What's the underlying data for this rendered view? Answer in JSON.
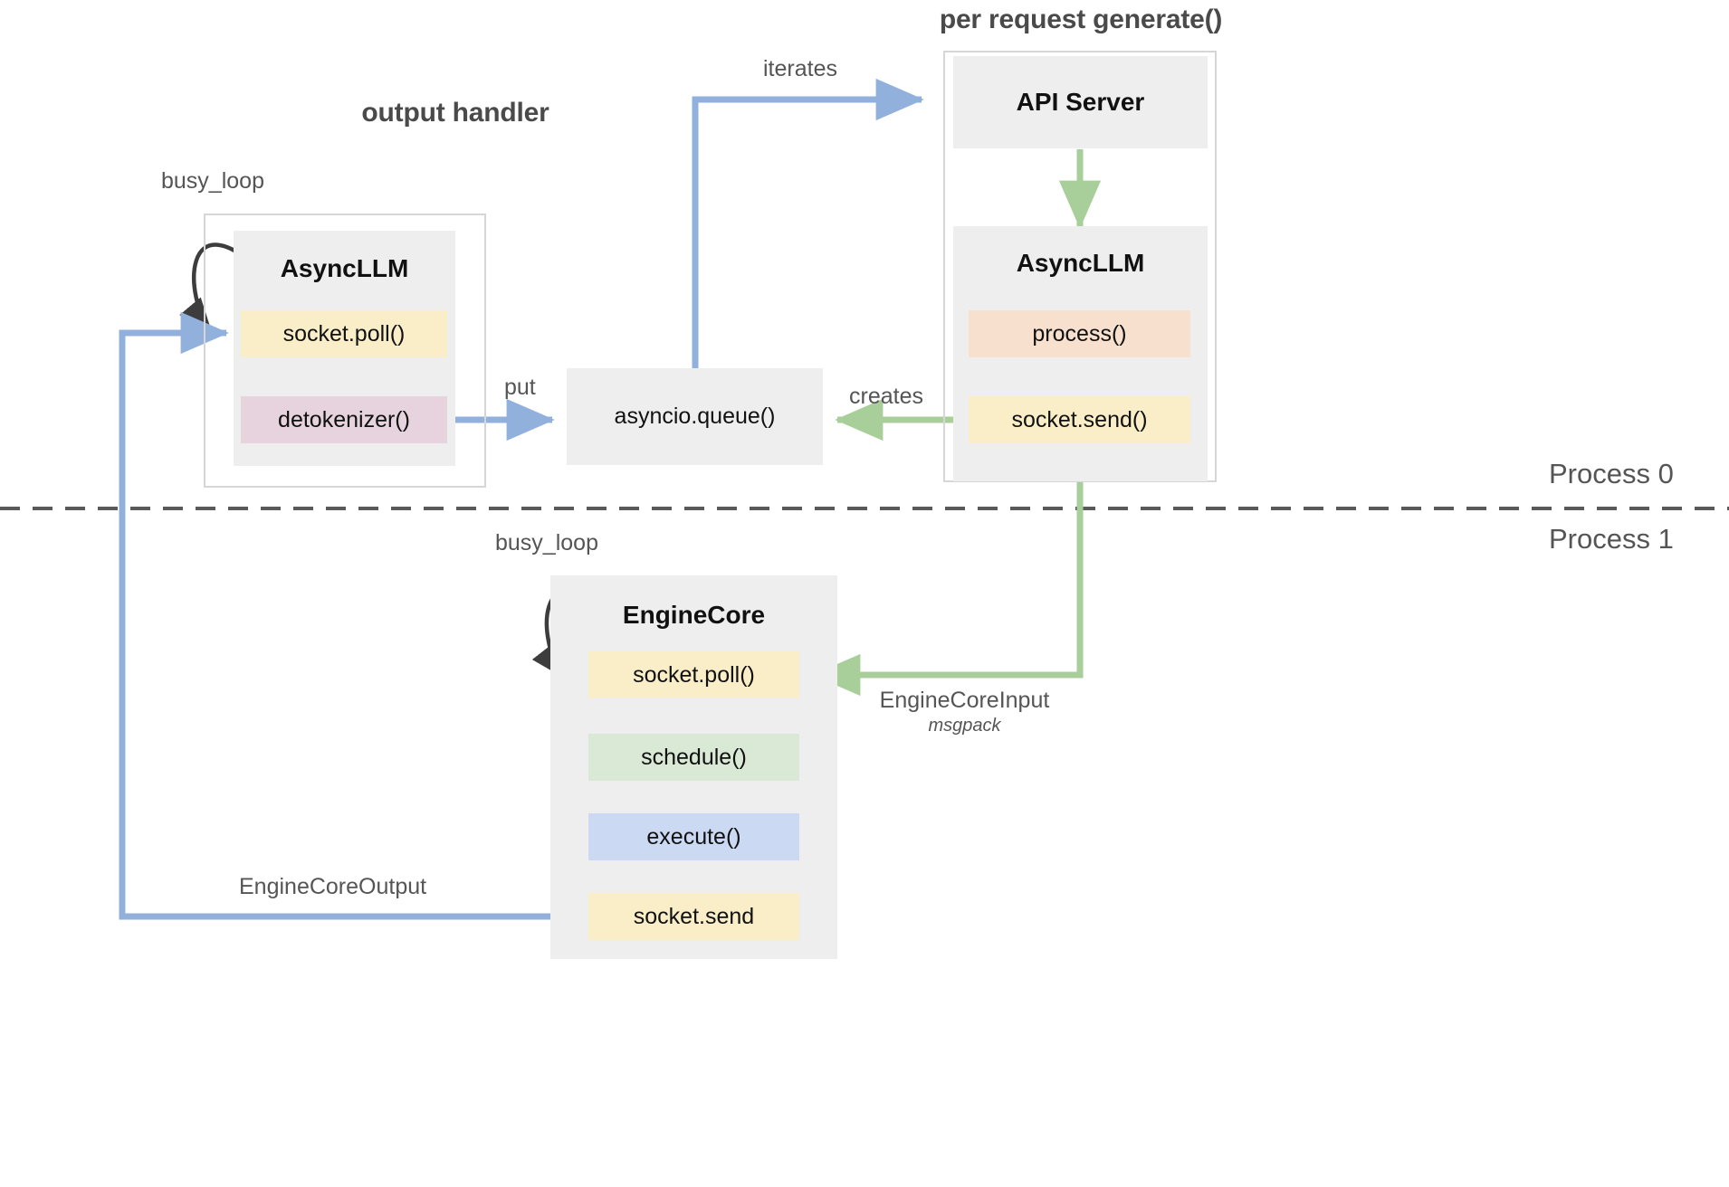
{
  "diagram": {
    "title_output_handler": "output handler",
    "title_per_request": "per request generate()",
    "process_labels": {
      "top": "Process 0",
      "bottom": "Process 1"
    },
    "colors": {
      "arrow_blue": "#92b0dc",
      "arrow_green": "#a8cf9a",
      "arrow_black": "#3d3d3d",
      "box_grey": "#eeeeee",
      "border_grey": "#d6d6d6",
      "yellow": "#faeec8",
      "pink": "#e6d3dd",
      "peach": "#f7e0cd",
      "green": "#dae9d5",
      "blue": "#ccd9f3",
      "text_dark": "#111111",
      "text_muted": "#555555"
    }
  },
  "output_handler": {
    "group_label": "output handler",
    "busy_loop_label": "busy_loop",
    "component": {
      "title": "AsyncLLM",
      "methods": [
        {
          "label": "socket.poll()",
          "color": "yellow"
        },
        {
          "label": "detokenizer()",
          "color": "pink"
        }
      ]
    }
  },
  "queue": {
    "label": "asyncio.queue()",
    "incoming_label": "put",
    "creates_label": "creates"
  },
  "per_request": {
    "group_label": "per request generate()",
    "iterates_label": "iterates",
    "api_server": {
      "title": "API Server"
    },
    "async_llm": {
      "title": "AsyncLLM",
      "methods": [
        {
          "label": "process()",
          "color": "peach"
        },
        {
          "label": "socket.send()",
          "color": "yellow"
        }
      ]
    }
  },
  "engine_core": {
    "busy_loop_label": "busy_loop",
    "title": "EngineCore",
    "methods": [
      {
        "label": "socket.poll()",
        "color": "yellow"
      },
      {
        "label": "schedule()",
        "color": "green"
      },
      {
        "label": "execute()",
        "color": "blue"
      },
      {
        "label": "socket.send",
        "color": "yellow"
      }
    ]
  },
  "edges": {
    "engine_core_input": {
      "label": "EngineCoreInput",
      "sublabel": "msgpack"
    },
    "engine_core_output": {
      "label": "EngineCoreOutput"
    }
  }
}
